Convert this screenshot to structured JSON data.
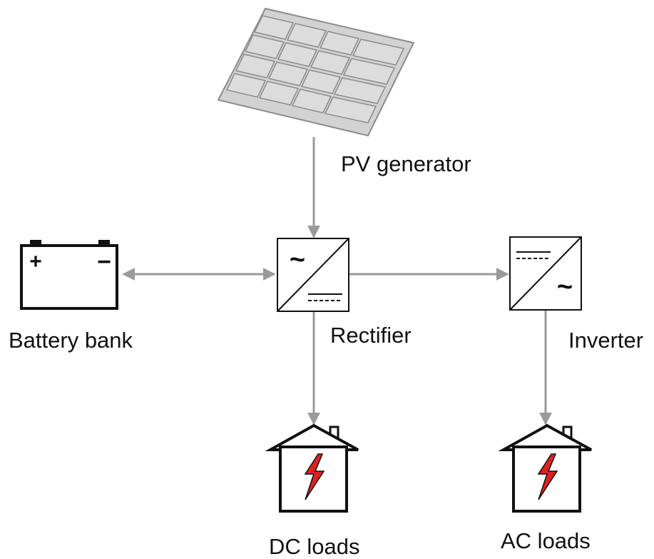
{
  "labels": {
    "pv_generator": "PV generator",
    "battery_bank": "Battery bank",
    "rectifier": "Rectifier",
    "inverter": "Inverter",
    "dc_loads": "DC loads",
    "ac_loads": "AC loads"
  },
  "symbols": {
    "battery_plus": "+",
    "battery_minus": "−",
    "ac_symbol": "~"
  },
  "colors": {
    "connector": "#9a9a9a",
    "panel_fill": "#d2d2d2",
    "panel_stroke": "#8c8c8c",
    "lightning": "#e02020",
    "outline": "#111111"
  },
  "icons": [
    "solar-panel-icon",
    "battery-icon",
    "rectifier-icon",
    "inverter-icon",
    "house-icon",
    "lightning-icon"
  ]
}
